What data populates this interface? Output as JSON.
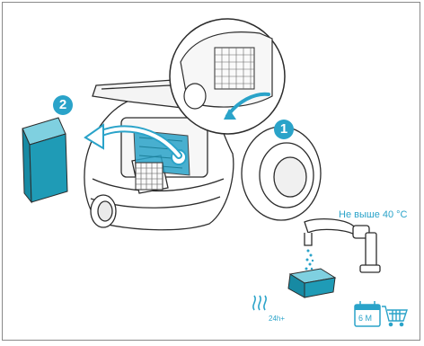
{
  "steps": {
    "step1": "1",
    "step2": "2"
  },
  "temperature_note": "Не выше 40 °С",
  "drying_time": "24h+",
  "replace_interval": "6 M",
  "colors": {
    "accent": "#2aa3c9",
    "filter": "#1f9bb6",
    "line": "#2c2c2c",
    "frame": "#8a8a8a"
  },
  "icons": [
    "vacuum-cleaner-icon",
    "filter-icon",
    "arrow-icon",
    "faucet-icon",
    "dry-icon",
    "calendar-icon",
    "shopping-cart-icon"
  ]
}
